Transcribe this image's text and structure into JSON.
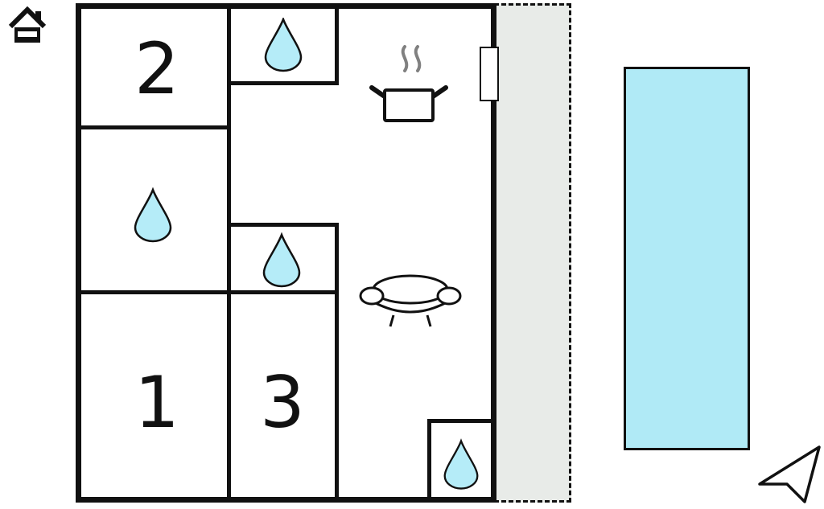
{
  "floorplan": {
    "type": "holiday-home-floor-plan",
    "room_labels": {
      "bedroom2": "2",
      "bedroom1": "1",
      "bedroom3": "3"
    },
    "icons": {
      "top_left": "house-icon",
      "kitchen": "stove-pot-with-steam-icon",
      "living_room": "sofa-icon",
      "water_drop_count": 4,
      "water_drop_rooms": [
        "top-middle-room",
        "left-middle-room",
        "center-small-room",
        "bottom-right-room"
      ],
      "door": "door-window-marker",
      "compass": "north-arrow-icon"
    },
    "areas": {
      "terrace": "dashed-outline-area-right-of-house",
      "pool": "solid-cyan-rectangle-far-right"
    },
    "colors": {
      "wall": "#111111",
      "water_drop_fill": "#b5ecf8",
      "pool_fill": "#b0eaf6",
      "terrace_fill": "#e8ebe8",
      "steam": "#808080",
      "background": "#ffffff"
    }
  }
}
